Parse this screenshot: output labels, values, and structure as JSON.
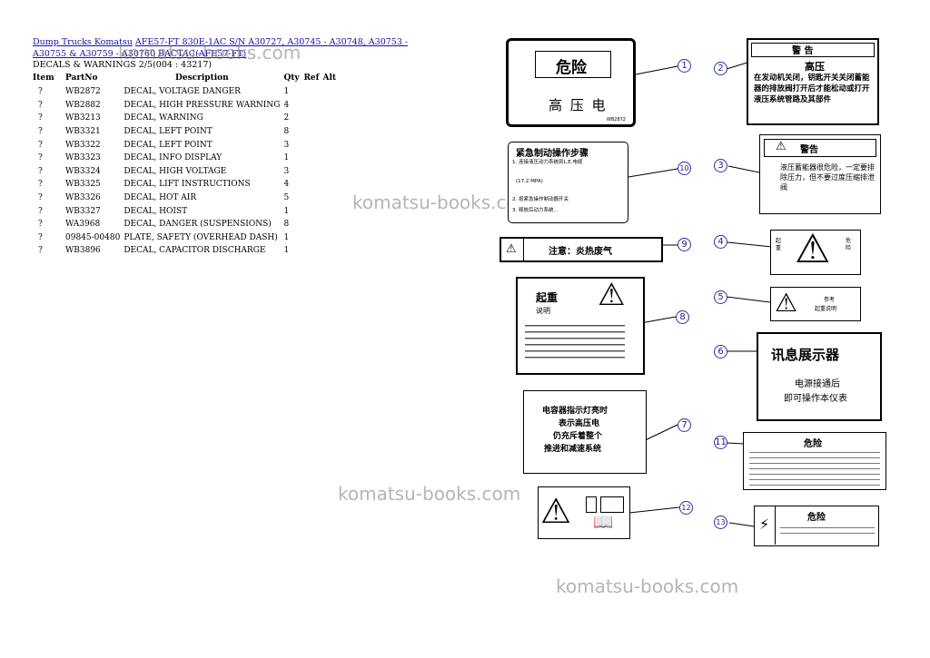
{
  "breadcrumb": {
    "link1": "Dump Trucks Komatsu",
    "link2": "AFE57-FT 830E-1AC S/N A30727, A30745 - A30748, A30753 - A30755 & A30759 - A30760 BACTAC(AFE57-FT)"
  },
  "subtitle": "DECALS & WARNINGS 2/5(004 : 43217)",
  "table": {
    "headers": [
      "Item",
      "PartNo",
      "Description",
      "Qty",
      "Ref",
      "Alt"
    ],
    "rows": [
      {
        "item": "?",
        "part": "WB2872",
        "desc": "DECAL, VOLTAGE DANGER",
        "qty": "1"
      },
      {
        "item": "?",
        "part": "WB2882",
        "desc": "DECAL, HIGH PRESSURE WARNING",
        "qty": "4"
      },
      {
        "item": "?",
        "part": "WB3213",
        "desc": "DECAL, WARNING",
        "qty": "2"
      },
      {
        "item": "?",
        "part": "WB3321",
        "desc": "DECAL, LEFT POINT",
        "qty": "8"
      },
      {
        "item": "?",
        "part": "WB3322",
        "desc": "DECAL, LEFT POINT",
        "qty": "3"
      },
      {
        "item": "?",
        "part": "WB3323",
        "desc": "DECAL, INFO DISPLAY",
        "qty": "1"
      },
      {
        "item": "?",
        "part": "WB3324",
        "desc": "DECAL, HIGH VOLTAGE",
        "qty": "3"
      },
      {
        "item": "?",
        "part": "WB3325",
        "desc": "DECAL, LIFT INSTRUCTIONS",
        "qty": "4"
      },
      {
        "item": "?",
        "part": "WB3326",
        "desc": "DECAL, HOT AIR",
        "qty": "5"
      },
      {
        "item": "?",
        "part": "WB3327",
        "desc": "DECAL, HOIST",
        "qty": "1"
      },
      {
        "item": "?",
        "part": "WA3968",
        "desc": "DECAL, DANGER (SUSPENSIONS)",
        "qty": "8"
      },
      {
        "item": "?",
        "part": "09845-00480",
        "desc": "PLATE, SAFETY (OVERHEAD DASH)",
        "qty": "1"
      },
      {
        "item": "?",
        "part": "WB3896",
        "desc": "DECAL, CAPACITOR DISCHARGE",
        "qty": "1"
      }
    ]
  },
  "watermark": "komatsu-books.com",
  "diagram": {
    "callouts": [
      "1",
      "2",
      "10",
      "3",
      "9",
      "4",
      "8",
      "5",
      "6",
      "7",
      "11",
      "12",
      "13"
    ],
    "decal1": {
      "top": "危险",
      "bottom": "高 压 电",
      "code": "WB2872"
    },
    "decal2": {
      "header": "警  告",
      "title": "高压",
      "body": "在发动机关闭，钥匙开关关闭蓄能器的排放阀打开后才能松动或打开液压系统管路及其部件"
    },
    "decal10": {
      "title": "紧急制动操作步骤",
      "body1": "1. 连接液压动力系统到L.E.电缆",
      "body2": "2. 按紧急操作制动器开关",
      "body3": "3. 释放后动力系统...",
      "psi": "(17.2 MPA)"
    },
    "decal3": {
      "header": "警告",
      "body": "液压蓄能器很危险，一定要排除压力，但不要过度压缩排泄阀"
    },
    "decal9": {
      "text": "注意：炎热废气"
    },
    "decal4": {
      "left": "起重",
      "right": "危险"
    },
    "decal8": {
      "title": "起重",
      "sub": "说明"
    },
    "decal5": {
      "text1": "参考",
      "text2": "起重说明"
    },
    "decal6": {
      "title": "讯息展示器",
      "line1": "电源接通后",
      "line2": "即可操作本仪表"
    },
    "decal7": {
      "line1": "电容器指示灯亮时",
      "line2": "表示高压电",
      "line3": "仍充斥着整个",
      "line4": "推进和减速系统"
    },
    "decal11": {
      "title": "危险"
    },
    "decal13": {
      "title": "危险"
    }
  }
}
